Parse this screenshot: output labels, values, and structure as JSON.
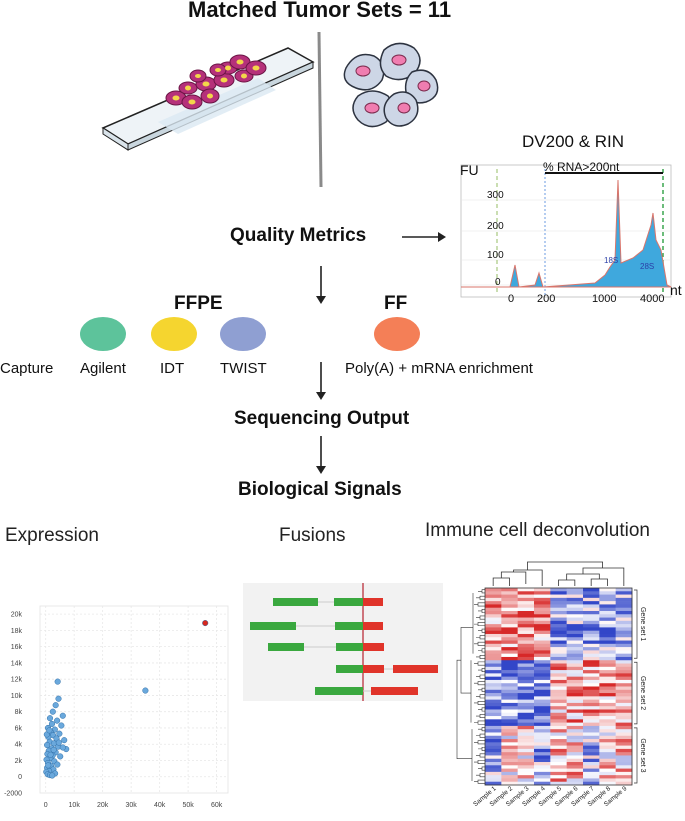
{
  "title": "Matched Tumor Sets = 11",
  "steps": {
    "quality": "Quality Metrics",
    "sequencing": "Sequencing Output",
    "biological": "Biological Signals"
  },
  "groups": {
    "ffpe": "FFPE",
    "ff": "FF"
  },
  "capture_label": "Capture",
  "kits": [
    {
      "label": "Agilent",
      "color": "#5dc39b"
    },
    {
      "label": "IDT",
      "color": "#f5d52f"
    },
    {
      "label": "TWIST",
      "color": "#8f9fd2"
    },
    {
      "label": "Poly(A) + mRNA enrichment",
      "color": "#f47f57"
    }
  ],
  "dv200": {
    "title": "DV200 & RIN",
    "y_unit": "FU",
    "x_unit": "nt",
    "bracket_label": "% RNA>200nt",
    "y_ticks": [
      "300",
      "200",
      "100",
      "0"
    ],
    "x_ticks": [
      "0",
      "200",
      "1000",
      "4000"
    ],
    "peak_labels": [
      "18S",
      "28S"
    ]
  },
  "sections": {
    "expression": "Expression",
    "fusions": "Fusions",
    "immune": "Immune cell deconvolution"
  },
  "chart_data": [
    {
      "type": "scatter",
      "title": "",
      "xlabel": "",
      "ylabel": "",
      "x_ticks": [
        "0",
        "10k",
        "20k",
        "30k",
        "40k",
        "50k",
        "60k"
      ],
      "y_ticks": [
        "20k",
        "18k",
        "16k",
        "14k",
        "12k",
        "10k",
        "8k",
        "6k",
        "4k",
        "2k",
        "0",
        "-2000"
      ],
      "xlim": [
        -2000,
        64000
      ],
      "ylim": [
        -2000,
        21000
      ],
      "grid": true,
      "series": [
        {
          "color": "#6aa8dc",
          "points": [
            [
              4200,
              11700
            ],
            [
              35000,
              10600
            ],
            [
              4500,
              9600
            ],
            [
              3500,
              8800
            ],
            [
              2500,
              8000
            ],
            [
              6000,
              7500
            ],
            [
              1500,
              7200
            ],
            [
              4000,
              6900
            ],
            [
              2200,
              6500
            ],
            [
              5500,
              6300
            ],
            [
              800,
              6000
            ],
            [
              3200,
              5800
            ],
            [
              1800,
              5500
            ],
            [
              4800,
              5300
            ],
            [
              2600,
              5100
            ],
            [
              900,
              4900
            ],
            [
              3800,
              4700
            ],
            [
              6500,
              4500
            ],
            [
              1400,
              4300
            ],
            [
              2900,
              4100
            ],
            [
              500,
              3900
            ],
            [
              4400,
              3700
            ],
            [
              2100,
              3500
            ],
            [
              7200,
              3400
            ],
            [
              1100,
              3200
            ],
            [
              3500,
              3000
            ],
            [
              600,
              2800
            ],
            [
              2400,
              2600
            ],
            [
              5100,
              2500
            ],
            [
              1600,
              2300
            ],
            [
              300,
              2100
            ],
            [
              3000,
              1900
            ],
            [
              800,
              1700
            ],
            [
              4100,
              1500
            ],
            [
              1900,
              1300
            ],
            [
              500,
              1100
            ],
            [
              2700,
              900
            ],
            [
              1200,
              700
            ],
            [
              6000,
              3600
            ],
            [
              200,
              600
            ],
            [
              3300,
              400
            ],
            [
              700,
              300
            ],
            [
              1500,
              200
            ],
            [
              2300,
              150
            ],
            [
              900,
              1400
            ],
            [
              1700,
              2700
            ],
            [
              2800,
              3300
            ],
            [
              4600,
              4200
            ],
            [
              400,
              5200
            ],
            [
              1300,
              5700
            ]
          ]
        },
        {
          "color": "#d6281f",
          "points": [
            [
              56000,
              18900
            ]
          ]
        }
      ]
    },
    {
      "type": "heatmap",
      "columns": [
        "Sample 1",
        "Sample 2",
        "Sample 3",
        "Sample 4",
        "Sample 5",
        "Sample 6",
        "Sample 7",
        "Sample 8",
        "Sample 9"
      ],
      "row_groups": [
        "Gene set 1",
        "Gene set 2",
        "Gene set 3"
      ]
    }
  ]
}
